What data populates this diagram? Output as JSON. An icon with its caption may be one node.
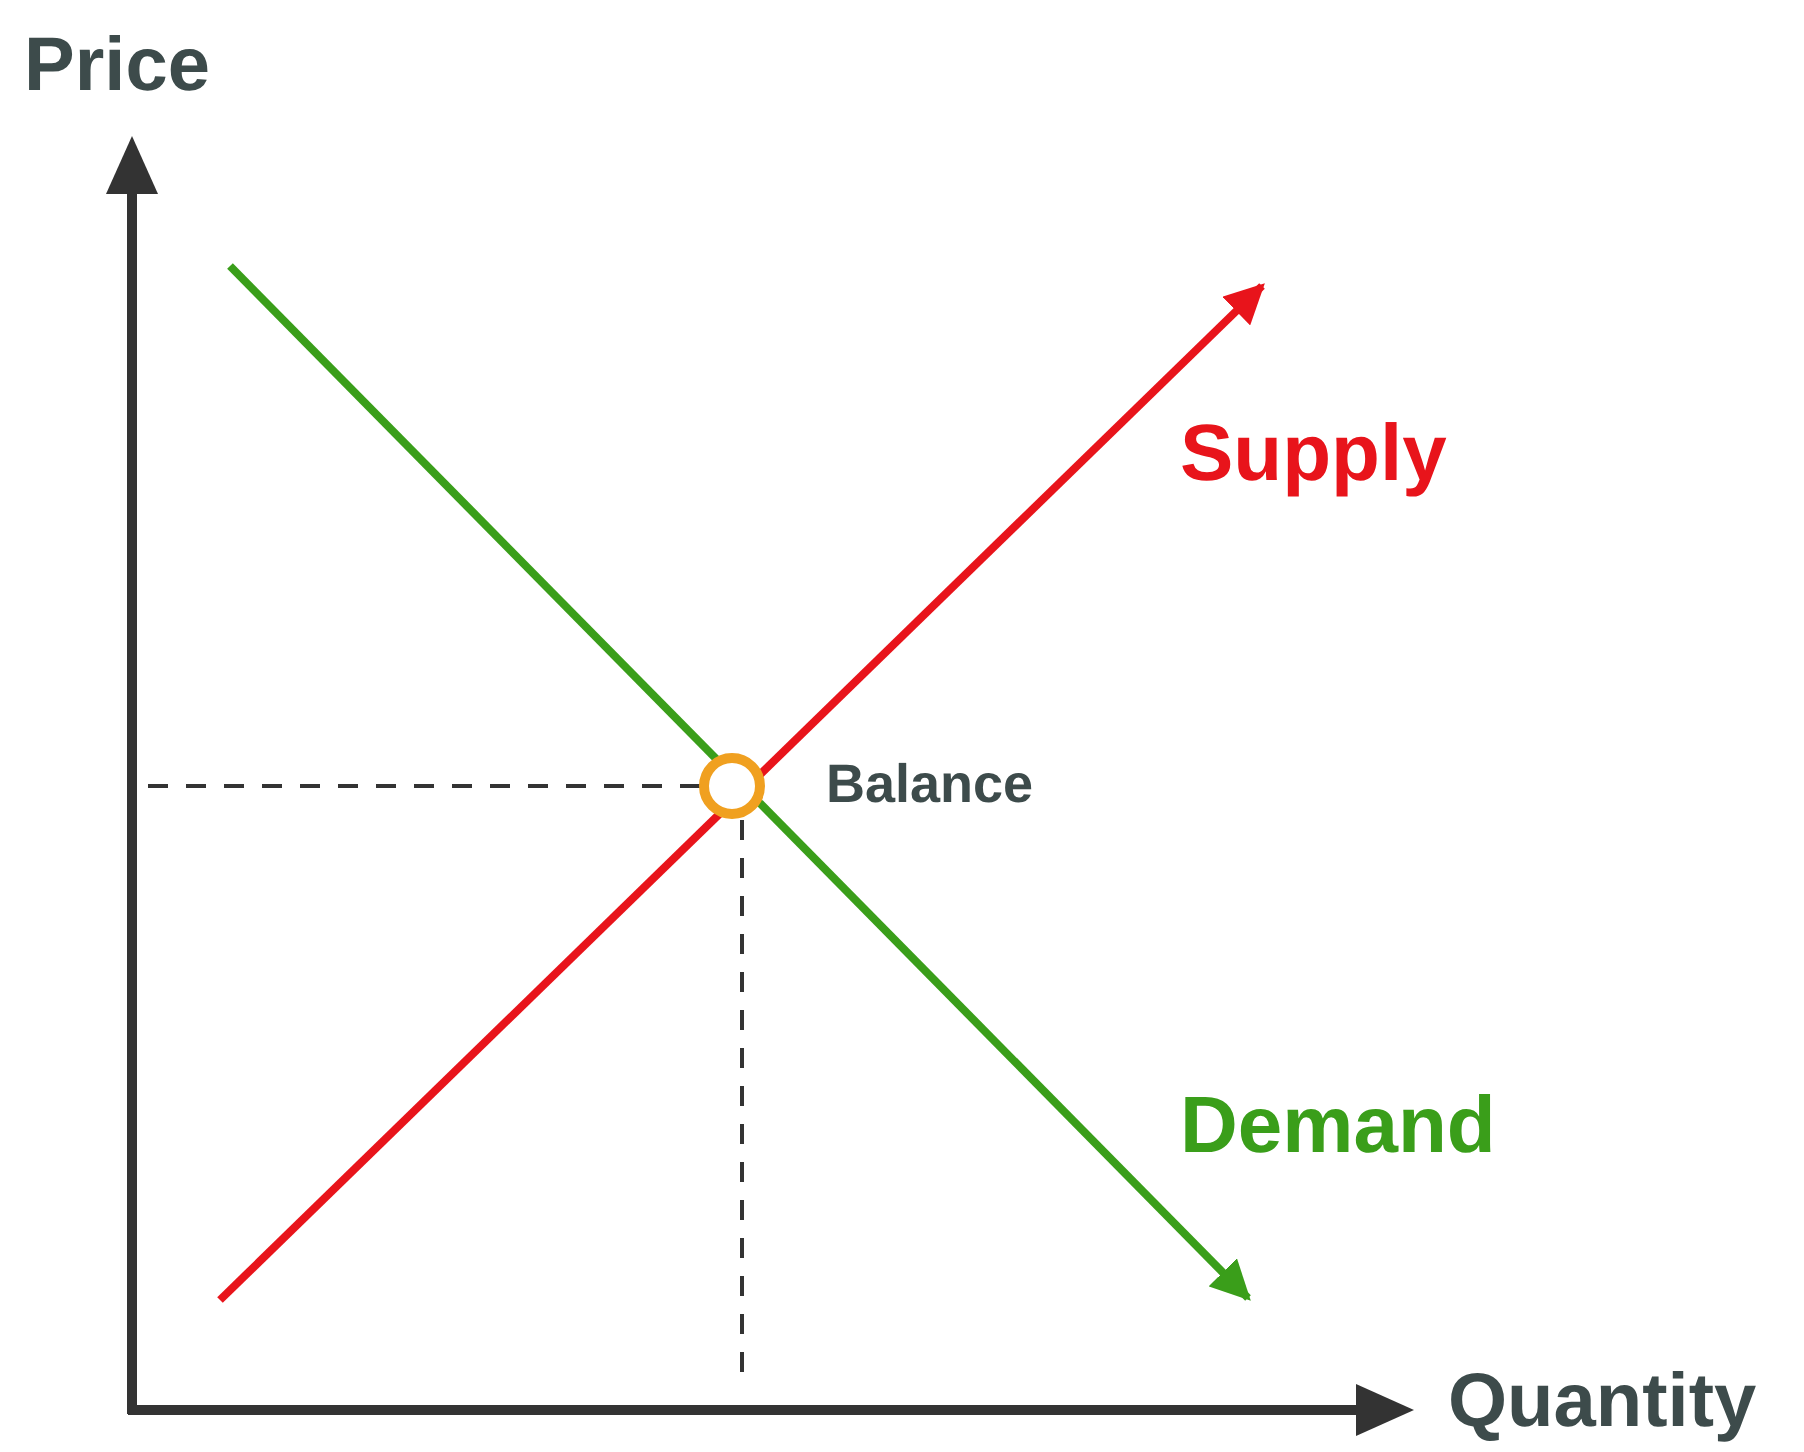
{
  "diagram": {
    "nodes": [
      {
        "text": [],
        "shape": "circle",
        "beside": [
          "Balance"
        ]
      }
    ],
    "labels": [
      "Price",
      "Supply",
      "Demand",
      "Quantity"
    ]
  }
}
